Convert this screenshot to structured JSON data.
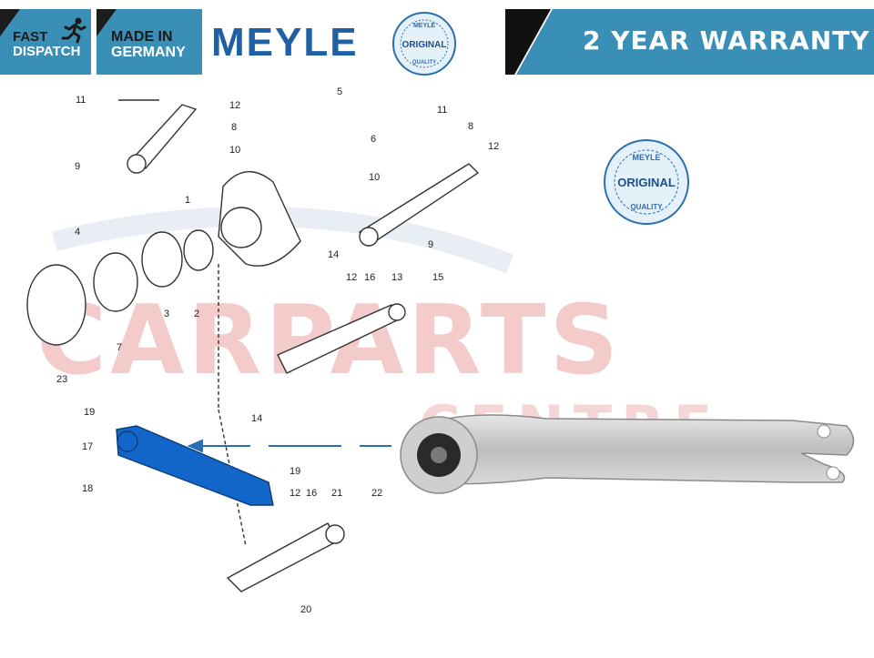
{
  "banner": {
    "fast_dispatch_line1": "FAST",
    "fast_dispatch_line2": "DISPATCH",
    "made_in_line1": "MADE IN",
    "made_in_line2": "GERMANY",
    "brand": "MEYLE",
    "seal_top": "MEYLE",
    "seal_middle": "ORIGINAL",
    "seal_bottom": "QUALITY",
    "warranty": "2 YEAR WARRANTY"
  },
  "watermark": {
    "line1": "CARPARTS",
    "line2": "CENTRE"
  },
  "callouts": [
    "11",
    "12",
    "8",
    "5",
    "6",
    "10",
    "9",
    "1",
    "10",
    "11",
    "8",
    "12",
    "4",
    "14",
    "9",
    "12",
    "16",
    "13",
    "15",
    "3",
    "2",
    "7",
    "23",
    "19",
    "14",
    "17",
    "19",
    "18",
    "12",
    "16",
    "21",
    "22",
    "20"
  ],
  "colors": {
    "banner_blue": "#3a8fb7",
    "brand_blue": "#1f5fa3",
    "highlight_blue": "#1366c9",
    "watermark_red": "#f3c6c6"
  }
}
